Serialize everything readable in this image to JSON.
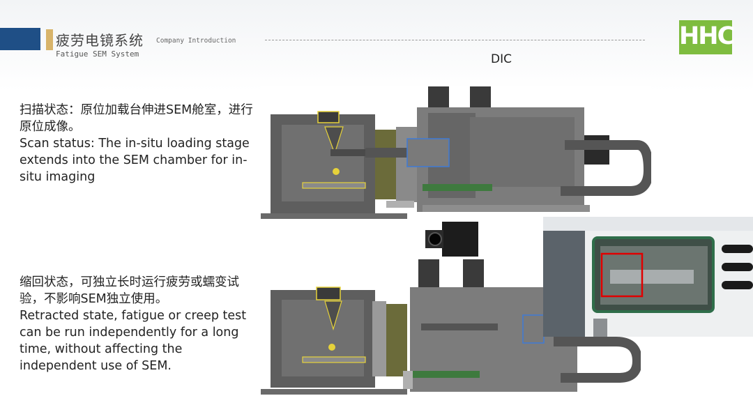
{
  "header": {
    "title_cn": "疲劳电镜系统",
    "title_subtitle": "Company Introduction",
    "title_en": "Fatigue SEM System",
    "logo_text": "HHC"
  },
  "labels": {
    "dic": "DIC"
  },
  "sections": [
    {
      "cn": "扫描状态：原位加载台伸进SEM舱室，进行原位成像。",
      "en": "Scan status: The in-situ loading stage extends into the SEM chamber for in-situ imaging"
    },
    {
      "cn": "缩回状态，可独立长时运行疲劳或蠕变试验，不影响SEM独立使用。",
      "en": "Retracted state, fatigue or creep test can be run independently for a long time, without affecting the independent use of SEM."
    }
  ],
  "colors": {
    "brand_blue": "#1f4f86",
    "accent_gold": "#d8b46a",
    "logo_green": "#7ebc3f",
    "highlight_red": "#e00000"
  }
}
